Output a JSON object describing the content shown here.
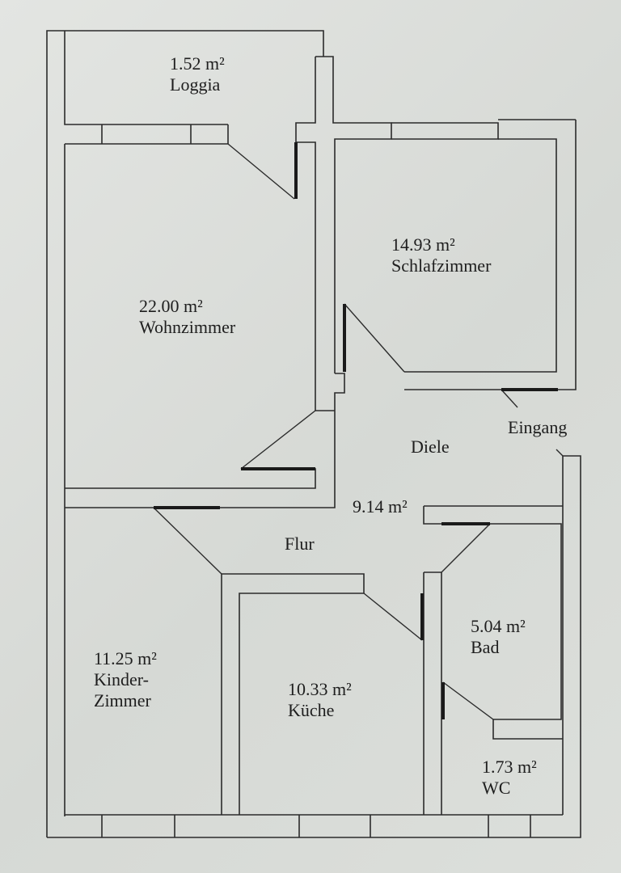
{
  "rooms": {
    "loggia": {
      "area": "1.52 m²",
      "name": "Loggia"
    },
    "wohnzimmer": {
      "area": "22.00 m²",
      "name": "Wohnzimmer"
    },
    "schlafzimmer": {
      "area": "14.93 m²",
      "name": "Schlafzimmer"
    },
    "diele": {
      "name": "Diele",
      "area": "9.14 m²"
    },
    "flur": {
      "name": "Flur"
    },
    "kinderzimmer": {
      "area": "11.25 m²",
      "name_line1": "Kinder-",
      "name_line2": "Zimmer"
    },
    "kueche": {
      "area": "10.33 m²",
      "name": "Küche"
    },
    "bad": {
      "area": "5.04 m²",
      "name": "Bad"
    },
    "wc": {
      "area": "1.73 m²",
      "name": "WC"
    }
  },
  "entrance": {
    "label": "Eingang"
  }
}
